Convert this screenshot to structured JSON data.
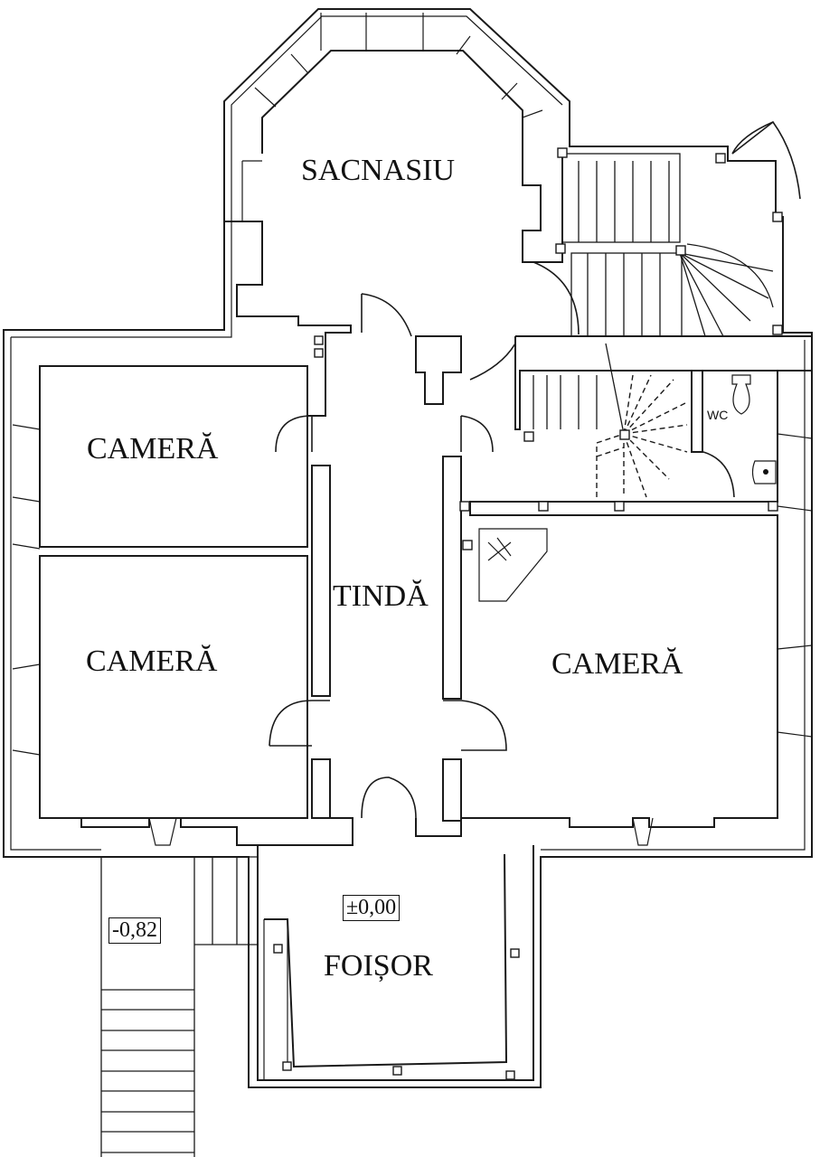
{
  "rooms": {
    "sacnasiu": "SACNASIU",
    "camera_top_left": "CAMERĂ",
    "camera_bottom_left": "CAMERĂ",
    "camera_right": "CAMERĂ",
    "tinda": "TINDĂ",
    "foisor": "FOIȘOR",
    "wc": "WC"
  },
  "levels": {
    "porch": "±0,00",
    "stair_bottom": "-0,82"
  }
}
